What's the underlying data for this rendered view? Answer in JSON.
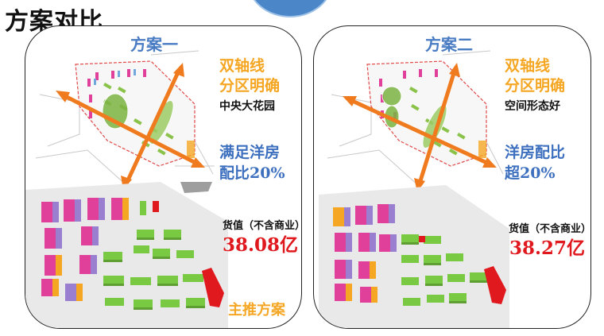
{
  "page": {
    "title": "方案对比"
  },
  "scheme_one": {
    "title": "方案一",
    "features": {
      "line1": "双轴线",
      "line2": "分区明确",
      "line3": "中央大花园"
    },
    "ratio": {
      "line1": "满足洋房",
      "line2": "配比20%"
    },
    "value": {
      "label": "货值（不含商业）",
      "amount": "38.08亿"
    },
    "recommend": "主推方案"
  },
  "scheme_two": {
    "title": "方案二",
    "features": {
      "line1": "双轴线",
      "line2": "分区明确",
      "line3": "空间形态好"
    },
    "ratio": {
      "line1": "洋房配比",
      "line2": "超20%"
    },
    "value": {
      "label": "货值（不含商业）",
      "amount": "38.27亿"
    }
  },
  "colors": {
    "scheme_title": "#4a7cc4",
    "feature": "#f5a623",
    "ratio": "#3d6fbf",
    "value": "#e0191e",
    "axis_arrow": "#f07b1f",
    "green_block": "#7ac943",
    "pink_block": "#e0409a",
    "purple_block": "#9a7fd1",
    "orange_block": "#f5a623"
  }
}
